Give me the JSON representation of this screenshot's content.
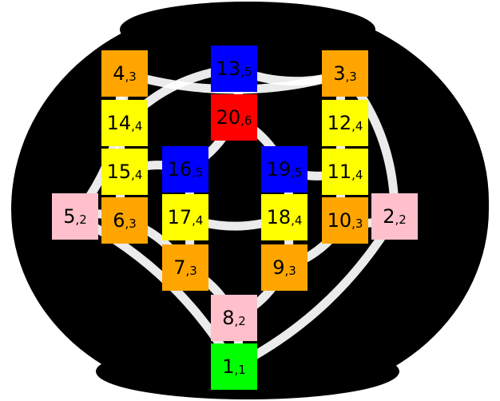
{
  "colors": {
    "level_1": "#00ff00",
    "level_2": "#ffc0cb",
    "level_3": "#ffa500",
    "level_4": "#ffff00",
    "level_5": "#0000ff",
    "level_6": "#ff0000",
    "background": "#000000",
    "edge": "#ffffff"
  },
  "nodes": [
    {
      "id": "1",
      "num": "1",
      "sub": ",1",
      "level": 1
    },
    {
      "id": "2",
      "num": "2",
      "sub": ",2",
      "level": 2
    },
    {
      "id": "3",
      "num": "3",
      "sub": ",3",
      "level": 3
    },
    {
      "id": "4",
      "num": "4",
      "sub": ",3",
      "level": 3
    },
    {
      "id": "5",
      "num": "5",
      "sub": ",2",
      "level": 2
    },
    {
      "id": "6",
      "num": "6",
      "sub": ",3",
      "level": 3
    },
    {
      "id": "7",
      "num": "7",
      "sub": ",3",
      "level": 3
    },
    {
      "id": "8",
      "num": "8",
      "sub": ",2",
      "level": 2
    },
    {
      "id": "9",
      "num": "9",
      "sub": ",3",
      "level": 3
    },
    {
      "id": "10",
      "num": "10",
      "sub": ",3",
      "level": 3
    },
    {
      "id": "11",
      "num": "11",
      "sub": ",4",
      "level": 4
    },
    {
      "id": "12",
      "num": "12",
      "sub": ",4",
      "level": 4
    },
    {
      "id": "13",
      "num": "13",
      "sub": ",5",
      "level": 5
    },
    {
      "id": "14",
      "num": "14",
      "sub": ",4",
      "level": 4
    },
    {
      "id": "15",
      "num": "15",
      "sub": ",4",
      "level": 4
    },
    {
      "id": "16",
      "num": "16",
      "sub": ",5",
      "level": 5
    },
    {
      "id": "17",
      "num": "17",
      "sub": ",4",
      "level": 4
    },
    {
      "id": "18",
      "num": "18",
      "sub": ",4",
      "level": 4
    },
    {
      "id": "19",
      "num": "19",
      "sub": ",5",
      "level": 5
    },
    {
      "id": "20",
      "num": "20",
      "sub": ",6",
      "level": 6
    }
  ],
  "edges": [
    [
      "1",
      "8"
    ],
    [
      "1",
      "5"
    ],
    [
      "1",
      "2"
    ],
    [
      "8",
      "7"
    ],
    [
      "8",
      "9"
    ],
    [
      "7",
      "6"
    ],
    [
      "7",
      "17"
    ],
    [
      "9",
      "10"
    ],
    [
      "9",
      "18"
    ],
    [
      "17",
      "18"
    ],
    [
      "17",
      "16"
    ],
    [
      "18",
      "19"
    ],
    [
      "16",
      "15"
    ],
    [
      "16",
      "20"
    ],
    [
      "19",
      "11"
    ],
    [
      "19",
      "20"
    ],
    [
      "20",
      "13"
    ],
    [
      "13",
      "14"
    ],
    [
      "13",
      "3"
    ],
    [
      "4",
      "14"
    ],
    [
      "14",
      "15"
    ],
    [
      "15",
      "6"
    ],
    [
      "6",
      "5"
    ],
    [
      "5",
      "4"
    ],
    [
      "4",
      "3"
    ],
    [
      "3",
      "12"
    ],
    [
      "12",
      "11"
    ],
    [
      "11",
      "10"
    ],
    [
      "10",
      "2"
    ],
    [
      "2",
      "3"
    ]
  ]
}
